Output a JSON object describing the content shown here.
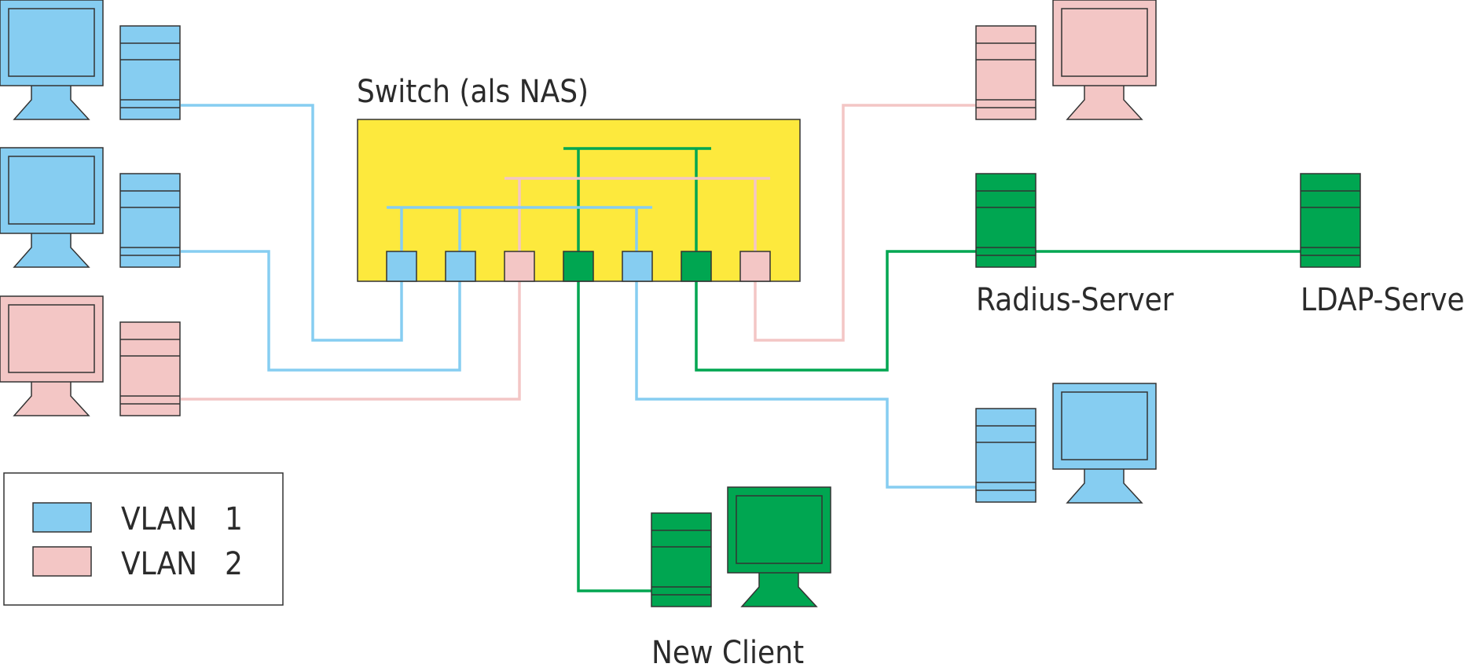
{
  "colors": {
    "vlan1": "#86cdf1",
    "vlan2": "#f3c6c5",
    "client": "#00a651",
    "switch": "#fde93d",
    "outline": "#333333"
  },
  "switch": {
    "label": "Switch (als NAS)"
  },
  "servers": {
    "radius_label": "Radius-Server",
    "ldap_label": "LDAP-Server"
  },
  "new_client": {
    "label": "New Client"
  },
  "legend": {
    "items": [
      {
        "name": "VLAN",
        "number": "1",
        "color_key": "vlan1"
      },
      {
        "name": "VLAN",
        "number": "2",
        "color_key": "vlan2"
      }
    ]
  }
}
